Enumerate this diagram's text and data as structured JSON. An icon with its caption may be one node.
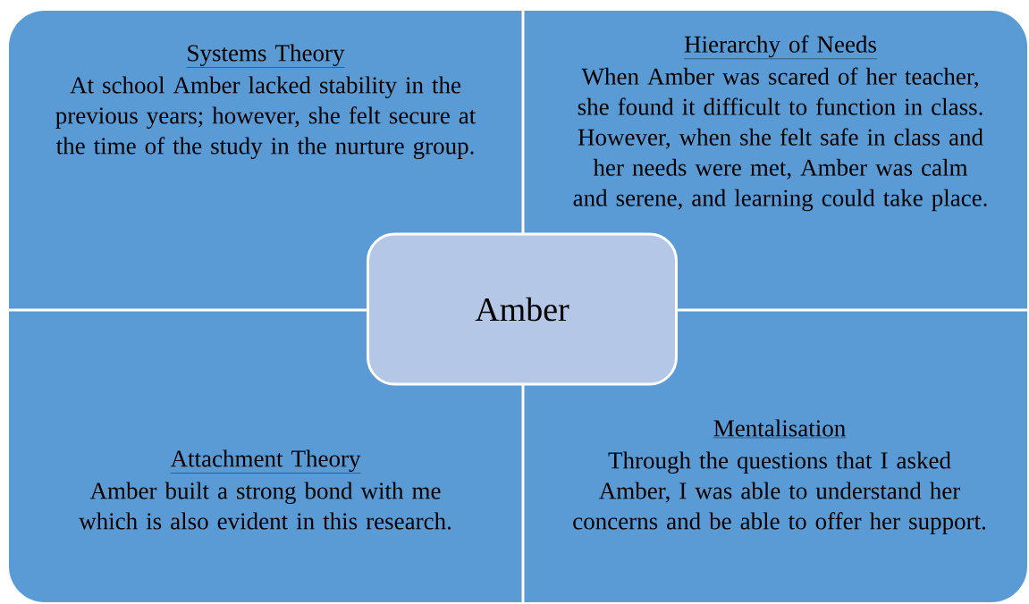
{
  "diagram": {
    "nodes": [
      {
        "text": [
          "Systems Theory",
          "At school Amber lacked stability in the previous years; however, she felt secure at the time of the study in the nurture group."
        ]
      },
      {
        "text": [
          "Hierarchy of Needs",
          "When Amber was scared of her teacher, she found it difficult to function in class. However, when she felt safe in class and her needs were met, Amber was calm and serene, and learning could take place."
        ]
      },
      {
        "text": [
          "Attachment Theory",
          "Amber built a strong bond with me which is also evident in this research."
        ]
      },
      {
        "text": [
          "Mentalisation",
          "Through the questions that I asked Amber, I was able to understand her concerns and be able to offer her support."
        ]
      },
      {
        "text": [
          "Amber"
        ]
      }
    ]
  }
}
